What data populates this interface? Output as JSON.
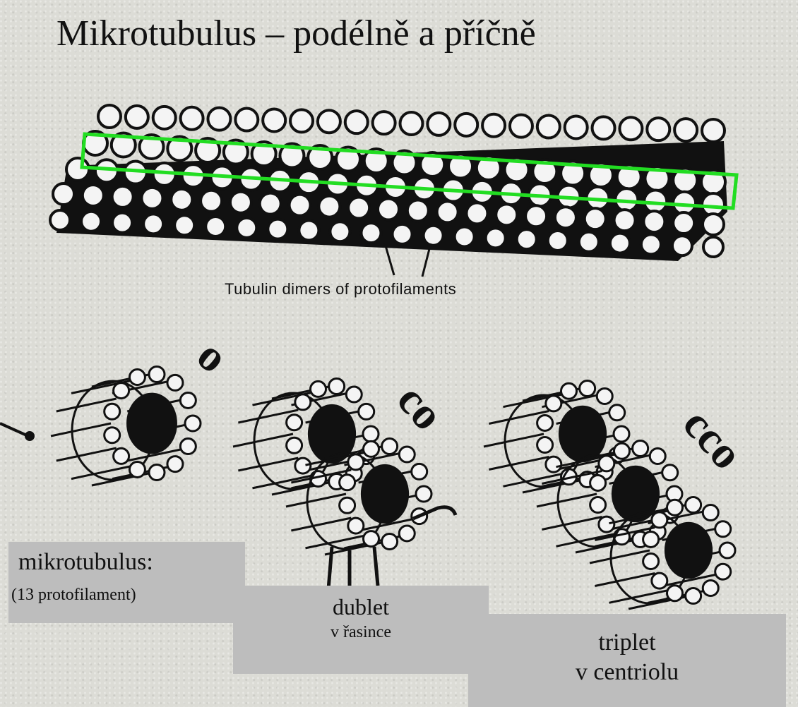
{
  "title": "Mikrotubulus – podélně a příčně",
  "diagram": {
    "caption": "Tubulin dimers of protofilaments",
    "highlight_color": "#22dd22",
    "glyphs": {
      "single": "o",
      "double": "co",
      "triple": "cco"
    }
  },
  "labels": {
    "microtubule": {
      "line1": "mikrotubulus:",
      "line2": "(13 protofilament)"
    },
    "doublet": {
      "line1": "dublet",
      "line2": "v řasince"
    },
    "triplet": {
      "line1": "triplet",
      "line2": "v centriolu"
    }
  }
}
